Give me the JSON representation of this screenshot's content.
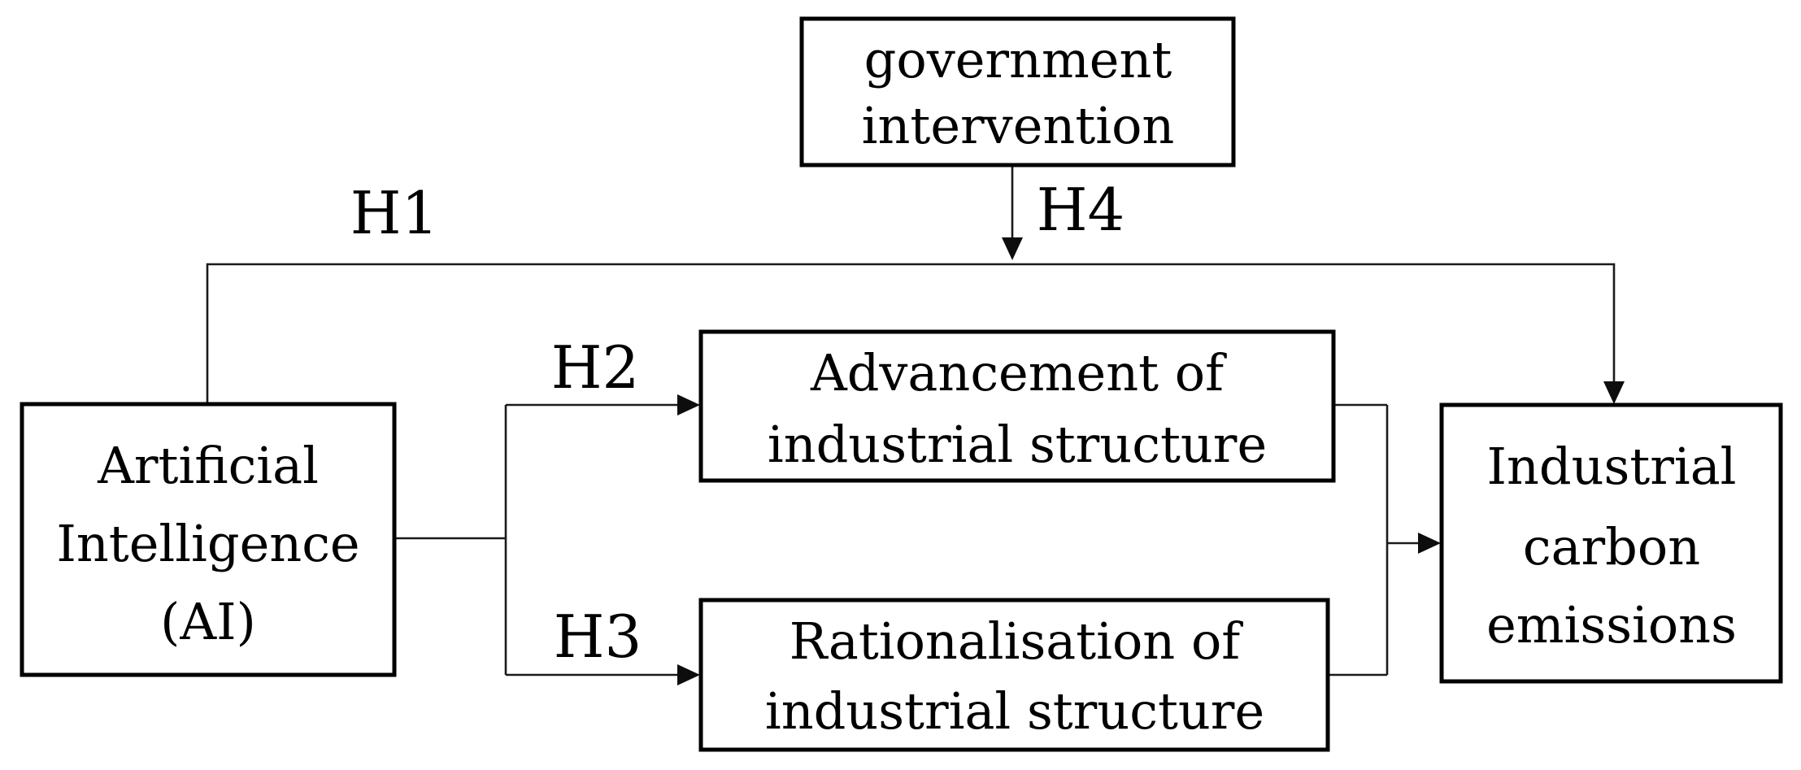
{
  "figure": {
    "colors": {
      "background": "#ffffff",
      "box_border": "#000000",
      "connector_line": "#1a1a1a",
      "text": "#000000"
    },
    "nodes": {
      "government_intervention": {
        "lines": [
          "government",
          "intervention"
        ]
      },
      "artificial_intelligence": {
        "lines": [
          "Artificial",
          "Intelligence",
          "(AI)"
        ]
      },
      "advancement": {
        "lines": [
          "Advancement of",
          "industrial structure"
        ]
      },
      "rationalisation": {
        "lines": [
          "Rationalisation of",
          "industrial structure"
        ]
      },
      "industrial_carbon_emissions": {
        "lines": [
          "Industrial",
          "carbon",
          "emissions"
        ]
      }
    },
    "edge_labels": {
      "h1": "H1",
      "h2": "H2",
      "h3": "H3",
      "h4": "H4"
    }
  }
}
